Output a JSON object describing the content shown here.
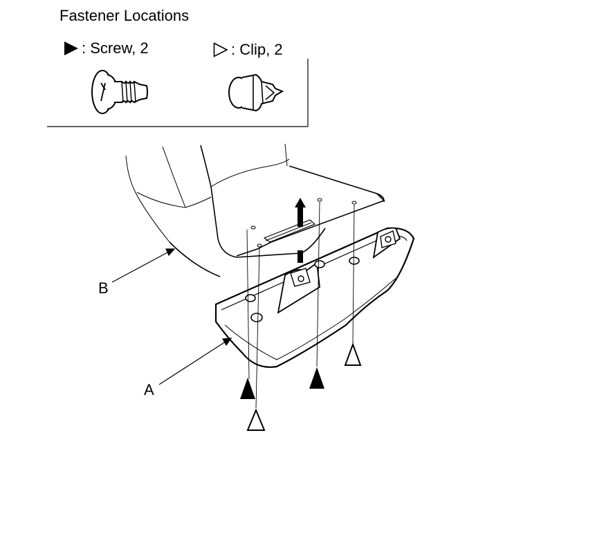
{
  "title": "Fastener Locations",
  "legend": {
    "screw": {
      "symbol": "filled-triangle",
      "label": ": Screw, 2"
    },
    "clip": {
      "symbol": "outline-triangle",
      "label": ": Clip, 2"
    }
  },
  "callouts": {
    "a": "A",
    "b": "B"
  }
}
